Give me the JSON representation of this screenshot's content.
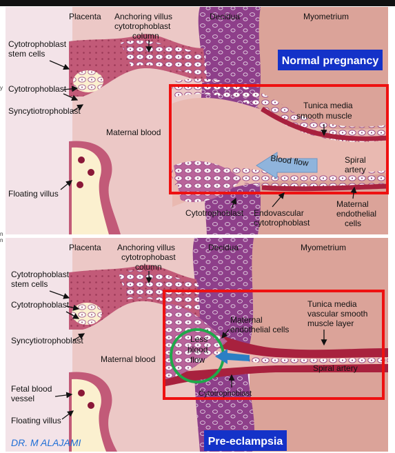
{
  "top_panel": {
    "labels": {
      "placenta": "Placenta",
      "anchoring": [
        "Anchoring villus",
        "cytotrophoblast",
        "column"
      ],
      "decidua": "Decidua",
      "myometrium": "Myometrium",
      "stem_cells": [
        "Cytotrophoblast",
        "stem cells"
      ],
      "cytotrophoblast": "Cytotrophoblast",
      "syncytio": "Syncytiotrophoblast",
      "maternal_blood": "Maternal blood",
      "floating_villus": "Floating villus",
      "tunica": [
        "Tunica media",
        "smooth muscle"
      ],
      "blood_flow": "Blood flow",
      "spiral_artery": [
        "Spiral",
        "artery"
      ],
      "cytotrophoblast_bottom": "Cytotrophoblast",
      "endovascular": [
        "Endovascular",
        "cytotrophoblast"
      ],
      "maternal_endothelial": [
        "Maternal",
        "endothelial",
        "cells"
      ]
    },
    "badge": "Normal pregnancy"
  },
  "bottom_panel": {
    "labels": {
      "placenta": "Placenta",
      "anchoring": [
        "Anchoring villus",
        "cytotrophobast",
        "column"
      ],
      "decidua": "Decidua",
      "myometrium": "Myometrium",
      "stem_cells": [
        "Cytotrophoblast",
        "stem cells"
      ],
      "cytotrophoblast": "Cytotrophoblast",
      "syncytio": "Syncytiotrophoblast",
      "maternal_blood": "Maternal blood",
      "fetal_vessel": [
        "Fetal blood",
        "vessel"
      ],
      "floating_villus": "Floating villus",
      "maternal_endothelial": [
        "Maternal",
        "endothelial cells"
      ],
      "tunica": [
        "Tunica media",
        "vascular smooth",
        "muscle layer"
      ],
      "less_flow": [
        "Less",
        "blood",
        "flow"
      ],
      "spiral_artery": "Spiral artery",
      "cytotrophoblast_cut": "Cytotrophoblast"
    },
    "badge": "Pre-eclampsia"
  },
  "watermark": "DR. M ALAJAMI",
  "colors": {
    "placenta_bg": "#f4e6ea",
    "villus_pink": "#c25a78",
    "villus_core": "#fbf0cf",
    "decidua_purple": "#8e3f8a",
    "myometrium": "#d7a096",
    "maternal_blood": "#e8b9b4",
    "artery_red": "#a8213e",
    "badge_blue": "#1432c8",
    "highlight_red": "#ee1111",
    "circle_green": "#1fa84a",
    "arrow_blue": "#8fb4dc"
  }
}
